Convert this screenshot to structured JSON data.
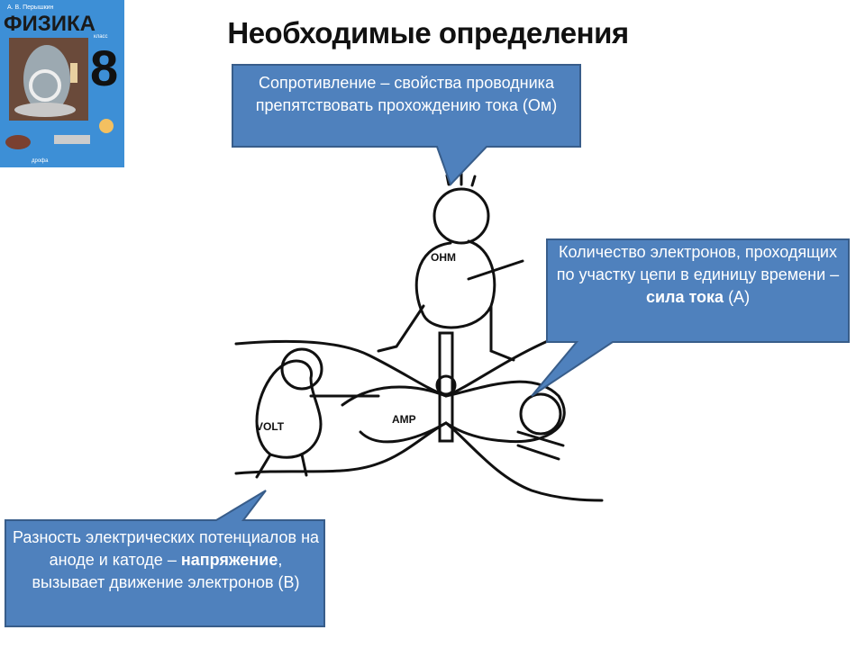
{
  "slide": {
    "title": "Необходимые определения",
    "book_cover": {
      "author": "А. В. Перышкин",
      "title": "ФИЗИКА",
      "grade": "8",
      "grade_label": "класс",
      "publisher": "дрофа"
    },
    "cartoon_labels": {
      "ohm": "OHM",
      "volt": "VOLT",
      "amp": "AMP"
    },
    "callouts": {
      "resistance": {
        "text": "Сопротивление – свойства проводника препятствовать прохождению тока (Ом)"
      },
      "current": {
        "text_before": "Количество электронов, проходящих по участку цепи в единицу времени – ",
        "bold": "сила тока",
        "text_after": " (А)"
      },
      "voltage": {
        "text_before": "Разность электрических потенциалов на аноде и катоде – ",
        "bold": "напряжение",
        "text_after": ", вызывает движение электронов (В)"
      }
    },
    "colors": {
      "callout_fill": "#4f81bd",
      "callout_border": "#385d8a",
      "cover_bg": "#3d8fd6"
    }
  }
}
